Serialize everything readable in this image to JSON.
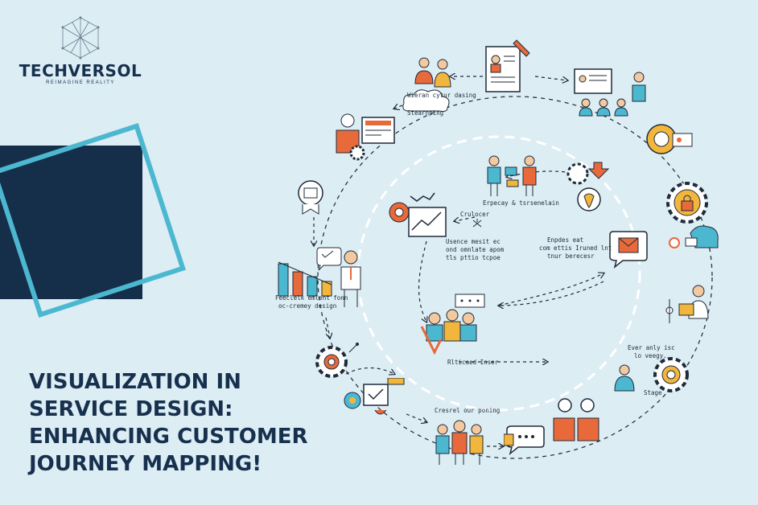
{
  "brand": {
    "name": "TECHVERSOL",
    "tagline": "REIMAGINE REALITY"
  },
  "headline": {
    "line1": "VISUALIZATION IN",
    "line2": "SERVICE DESIGN:",
    "line3": "ENHANCING CUSTOMER",
    "line4": "JOURNEY MAPPING!"
  },
  "diagram_labels": {
    "top_cloud_1": "Wieran cytur dasing",
    "top_cloud_2": "Stearnping",
    "feedback_1": "Feeclelk emlent fonn",
    "feedback_2": "oc-cremey design",
    "center_top": "Erpecay & tsrsenelain",
    "center_left_1": "Crulocer",
    "center_left_2": "Usence mesit ec",
    "center_left_3": "ond omnlate apom",
    "center_left_4": "tls pttio tcpoe",
    "center_right_1": "Enpdes eat",
    "center_right_2": "com ettis Iruned lnt",
    "center_right_3": "tnur berecesr",
    "center_bottom": "Rlticaed Inser",
    "right_1": "Ever anly isc",
    "right_2": "lo veegy.",
    "right_3": "Stage",
    "bottom": "Cresrel our poning"
  },
  "colors": {
    "navy": "#16304e",
    "dark_square": "#152f4b",
    "cyan": "#4cb8d0",
    "background": "#dcedf4",
    "orange": "#e8693a",
    "yellow": "#f2b63c"
  }
}
